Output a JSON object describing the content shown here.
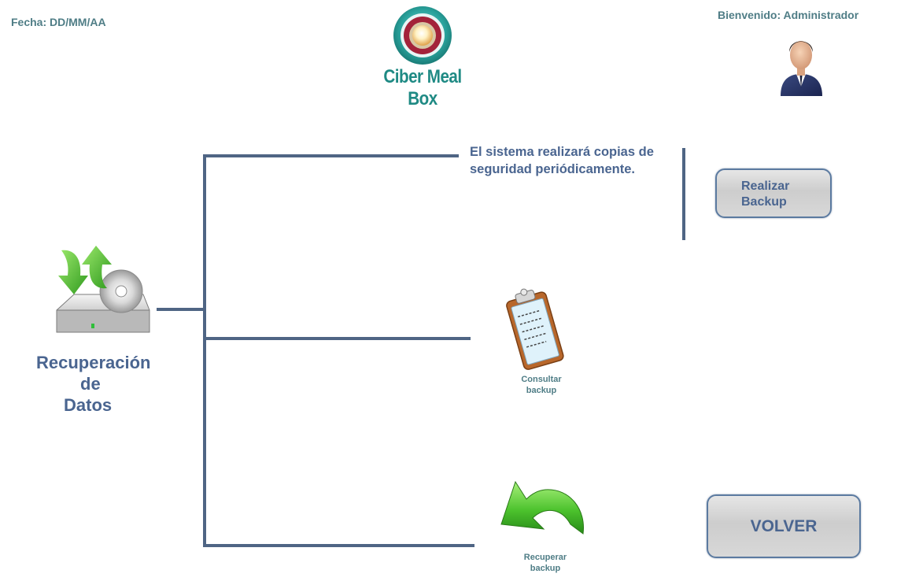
{
  "header": {
    "date_label": "Fecha: DD/MM/AA",
    "welcome_label": "Bienvenido: Administrador",
    "brand_name": "Ciber Meal Box"
  },
  "section": {
    "title_lines": [
      "Recuperación",
      "de",
      "Datos"
    ]
  },
  "info": {
    "line1": "El sistema realizará copias de",
    "line2": "seguridad periódicamente."
  },
  "actions": {
    "realizar_line1": "Realizar",
    "realizar_line2": "Backup",
    "consultar_line1": "Consultar",
    "consultar_line2": "backup",
    "recuperar_line1": "Recuperar",
    "recuperar_line2": "backup",
    "volver_label": "VOLVER"
  },
  "icons": {
    "logo": "ciber-meal-box-logo",
    "user": "user-avatar-icon",
    "backup_drive": "backup-drive-icon",
    "clipboard": "clipboard-icon",
    "undo_arrow": "undo-arrow-icon"
  },
  "colors": {
    "text_teal": "#4f7d86",
    "title_blue": "#4a6590",
    "brand_teal": "#1f8a84",
    "connector": "#4f6584",
    "button_border": "#5b7aa0"
  }
}
